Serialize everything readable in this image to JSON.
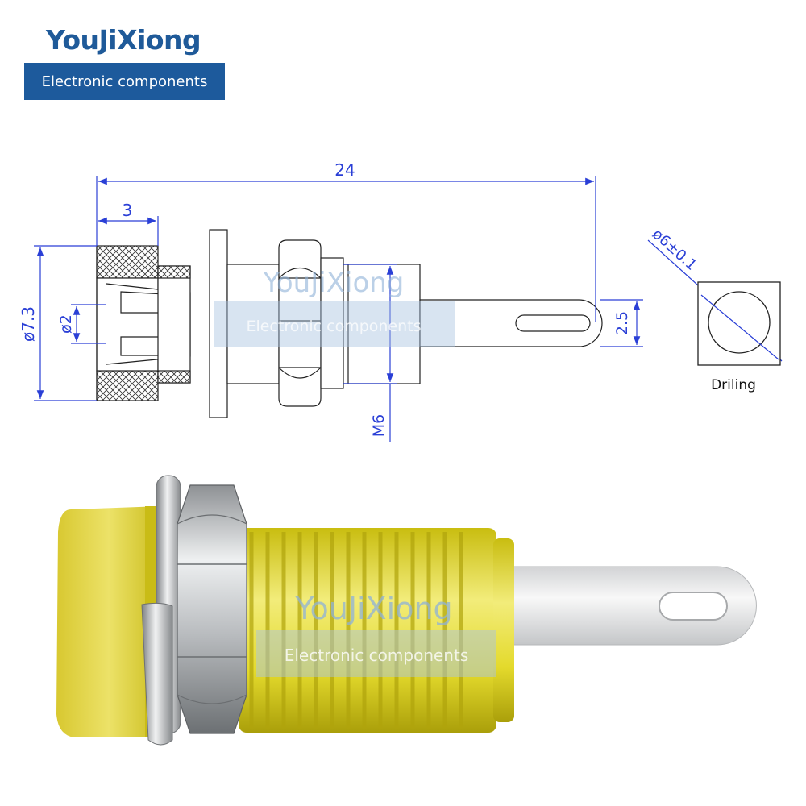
{
  "brand": {
    "name": "YouJiXiong",
    "tagline": "Electronic components"
  },
  "colors": {
    "brand_blue": "#1f5a99",
    "banner_blue": "#1d5a9c",
    "dimension_blue": "#2a3fd6",
    "line_black": "#222222",
    "yellow": "#e6dc2a",
    "metal": "#c8cacc"
  },
  "dimensions": {
    "overall_length": "24",
    "head_length": "3",
    "head_diameter": "ø7.3",
    "hole_diameter": "ø2",
    "thread": "M6",
    "lug_width": "2.5",
    "drill_diameter": "ø6±0.1"
  },
  "drilling": {
    "label": "Driling"
  },
  "watermark": {
    "name": "YouJiXiong",
    "tagline": "Electronic components"
  }
}
